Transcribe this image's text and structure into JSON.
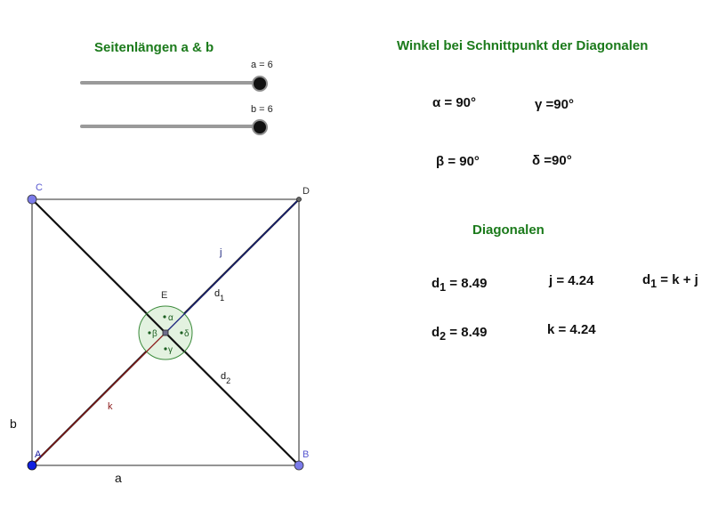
{
  "sliders": {
    "heading": "Seitenlängen a & b",
    "a": {
      "label": "a = 6",
      "value": 6
    },
    "b": {
      "label": "b = 6",
      "value": 6
    }
  },
  "angles": {
    "heading": "Winkel bei Schnittpunkt der Diagonalen",
    "alpha": "α = 90°",
    "gamma": "γ =90°",
    "beta": "β = 90°",
    "delta": "δ =90°"
  },
  "diagonals": {
    "heading": "Diagonalen",
    "d1_value": "8.49",
    "d2_value": "8.49",
    "j_text": "j = 4.24",
    "k_text": "k = 4.24",
    "d1_formula_rest": " = k + j"
  },
  "figure": {
    "point_A": "A",
    "point_B": "B",
    "point_C": "C",
    "point_D": "D",
    "point_E": "E",
    "side_a": "a",
    "side_b": "b",
    "seg_j": "j",
    "seg_k": "k",
    "diag_d": "d",
    "sub_1": "1",
    "sub_2": "2",
    "greek_alpha": "α",
    "greek_beta": "β",
    "greek_gamma": "γ",
    "greek_delta": "δ"
  },
  "colors": {
    "heading_green": "#1b7a1b",
    "segment_j": "#1a237e",
    "segment_k": "#8b1a1a",
    "vertex_blue": "#7b7bea",
    "angle_fill": "#e3f2e0"
  }
}
